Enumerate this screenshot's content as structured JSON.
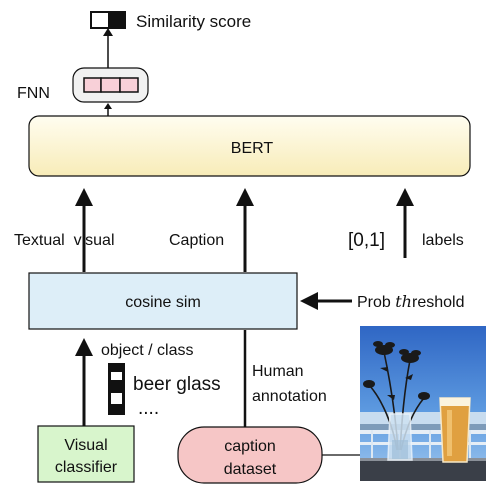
{
  "output": {
    "label": "Similarity score"
  },
  "fnn": {
    "label": "FNN"
  },
  "bert": {
    "label": "BERT"
  },
  "inputs": {
    "textual_visual": "Textual  visual",
    "caption": "Caption",
    "range": "[0,1]",
    "labels": "labels"
  },
  "cosine": {
    "label": "cosine sim"
  },
  "prob": {
    "prefix": "Prob ",
    "italic": "th",
    "suffix": "reshold"
  },
  "object_class": {
    "label": "object / class"
  },
  "human_annotation": {
    "line1": "Human",
    "line2": "annotation"
  },
  "vector_legend": {
    "item": "beer glass",
    "more": "...."
  },
  "visual_classifier": {
    "line1": "Visual",
    "line2": "classifier"
  },
  "caption_dataset": {
    "line1": "caption",
    "line2": "dataset"
  },
  "colors": {
    "bert_fill_top": "#fffdf0",
    "bert_fill_bottom": "#f8eebf",
    "cosine_fill": "#ddeef8",
    "classifier_fill": "#d8f5cc",
    "dataset_fill": "#f6c6c6",
    "fnn_cell": "#f8d0d8",
    "sky": "#3f7bd0"
  },
  "icons": [
    "score-vector-icon",
    "fnn-layer-icon",
    "binary-vector-icon",
    "photo-vase-beer-icon"
  ]
}
